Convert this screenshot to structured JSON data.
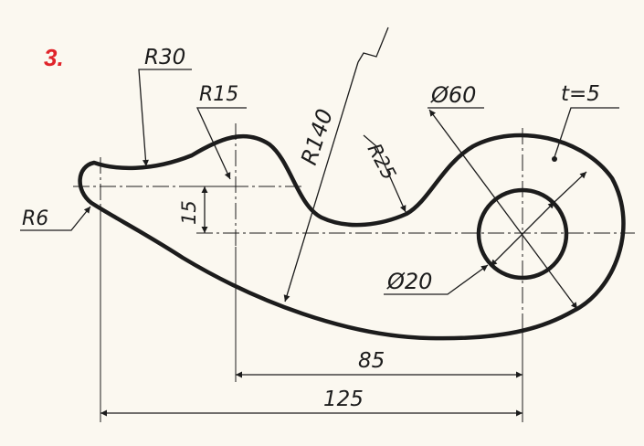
{
  "exercise_number": "3.",
  "colors": {
    "ink": "#1c1c1c",
    "exercise_number": "#e0242a",
    "paper": "#fbf8f0"
  },
  "labels": {
    "r30": "R30",
    "r15": "R15",
    "r140": "R140",
    "r25": "R25",
    "d60": "Ø60",
    "thickness": "t=5",
    "r6": "R6",
    "d20": "Ø20",
    "dim15": "15",
    "dim85": "85",
    "dim125": "125"
  }
}
